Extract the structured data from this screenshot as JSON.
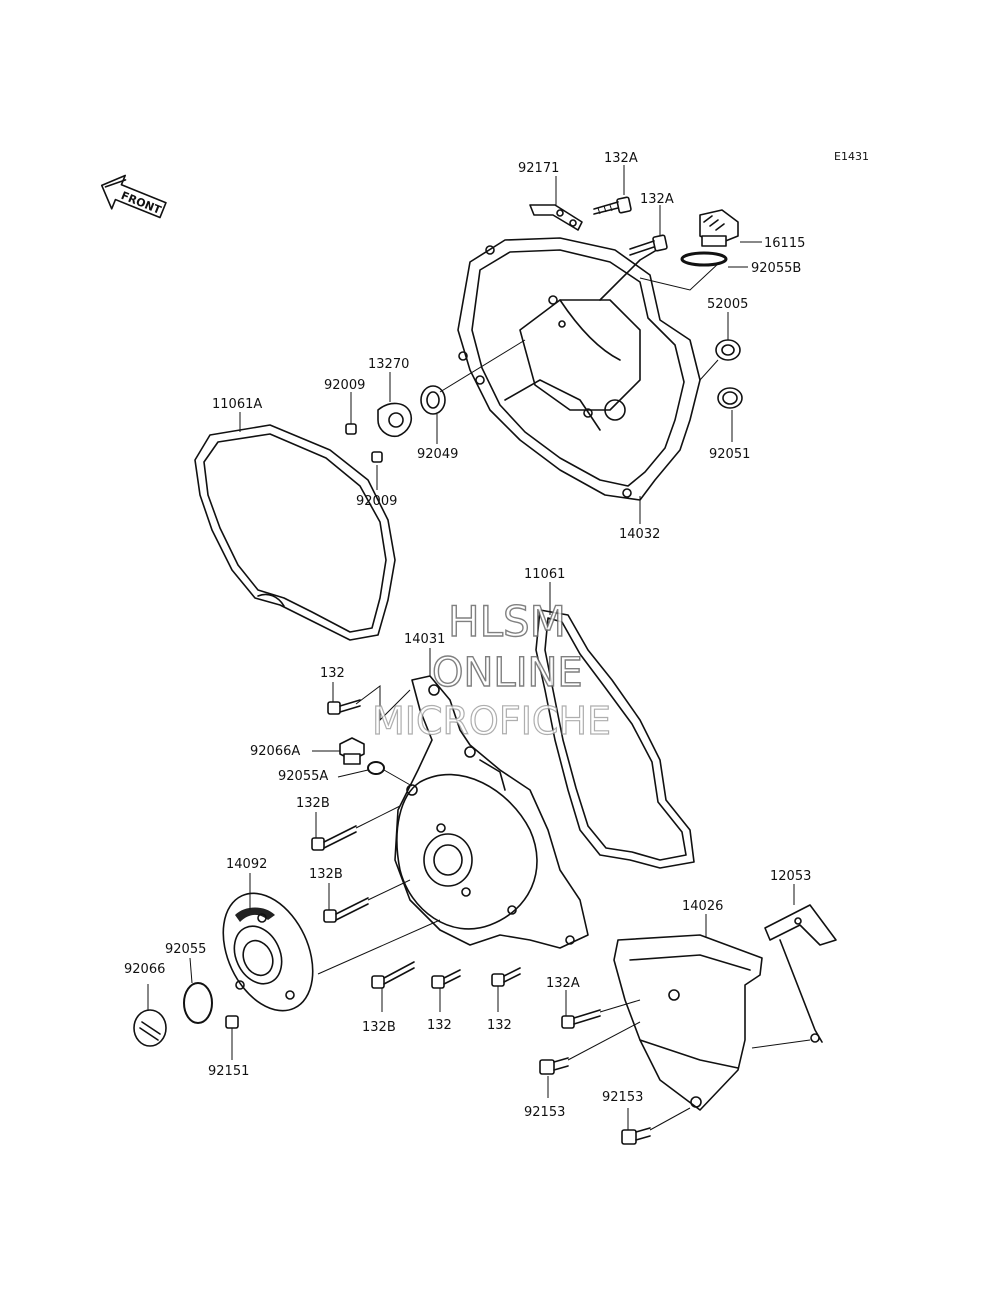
{
  "diagram_code": "E1431",
  "front_arrow_label": "FRONT",
  "watermark": {
    "line1": "HLSM",
    "line2": "ONLINE",
    "line3": "MICROFICHE"
  },
  "part_labels": [
    "92171",
    "132A",
    "132A",
    "16115",
    "92055B",
    "52005",
    "92051",
    "13270",
    "92009",
    "92009",
    "92049",
    "11061A",
    "14032",
    "11061",
    "14031",
    "132",
    "92066A",
    "92055A",
    "132B",
    "132B",
    "14092",
    "92055",
    "92066",
    "92151",
    "132B",
    "132",
    "132",
    "12053",
    "14026",
    "132A",
    "92153",
    "92153"
  ]
}
